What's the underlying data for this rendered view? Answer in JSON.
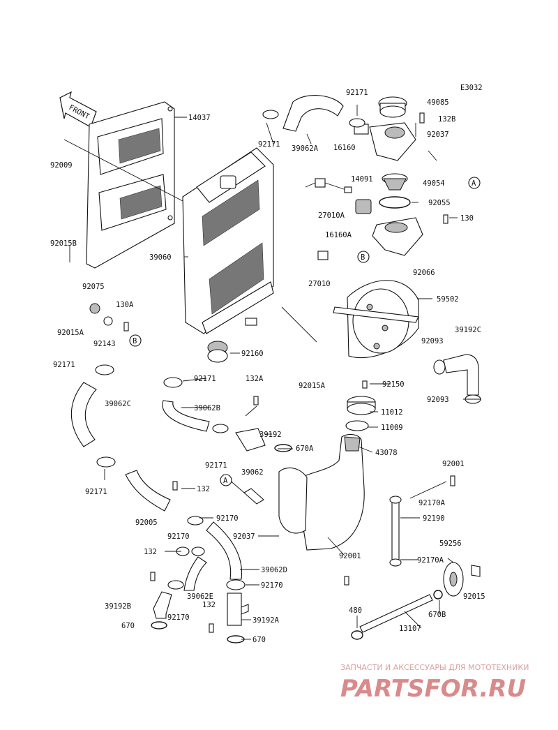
{
  "diagram_code": "E3032",
  "front_label": "FRONT",
  "labels": {
    "p14037": "14037",
    "p92009": "92009",
    "p92171_a": "92171",
    "p92171_b": "92171",
    "p39062A": "39062A",
    "p49085": "49085",
    "p132B": "132B",
    "p92037_a": "92037",
    "p16160": "16160",
    "p49054": "49054",
    "p14091": "14091",
    "p27010A": "27010A",
    "p92055": "92055",
    "p130": "130",
    "p16160A": "16160A",
    "p92066": "92066",
    "p27010": "27010",
    "p39060": "39060",
    "p92015B": "92015B",
    "p92075": "92075",
    "p130A": "130A",
    "p92015A_a": "92015A",
    "p92143": "92143",
    "p59502": "59502",
    "p39192C": "39192C",
    "p92093_a": "92093",
    "p92160": "92160",
    "p92171_c": "92171",
    "p39062C": "39062C",
    "p92171_d": "92171",
    "p132A": "132A",
    "p92015A_b": "92015A",
    "p92150": "92150",
    "p92093_b": "92093",
    "p11012": "11012",
    "p39062B": "39062B",
    "p11009": "11009",
    "p39192": "39192",
    "p670A": "670A",
    "p92171_e": "92171",
    "p43078": "43078",
    "p92001_a": "92001",
    "p39062": "39062",
    "p92171_f": "92171",
    "p132_a": "132",
    "p92170A_a": "92170A",
    "p92005": "92005",
    "p92170_a": "92170",
    "p92190": "92190",
    "p92037_b": "92037",
    "p92170_b": "92170",
    "p92001_b": "92001",
    "p92170A_b": "92170A",
    "p132_b": "132",
    "p39062D": "39062D",
    "p59256": "59256",
    "p92170_c": "92170",
    "p92015": "92015",
    "p39192B": "39192B",
    "p39062E": "39062E",
    "p92170_d": "92170",
    "p132_c": "132",
    "p39192A": "39192A",
    "p480": "480",
    "p670B": "670B",
    "p670_a": "670",
    "p670_b": "670",
    "p13107": "13107",
    "callout_A1": "A",
    "callout_A2": "A",
    "callout_B1": "B",
    "callout_B2": "B"
  },
  "watermark": {
    "caption": "ЗАПЧАСТИ И АКСЕССУАРЫ ДЛЯ МОТОТЕХНИКИ",
    "logo": "PARTSFOR.RU"
  }
}
